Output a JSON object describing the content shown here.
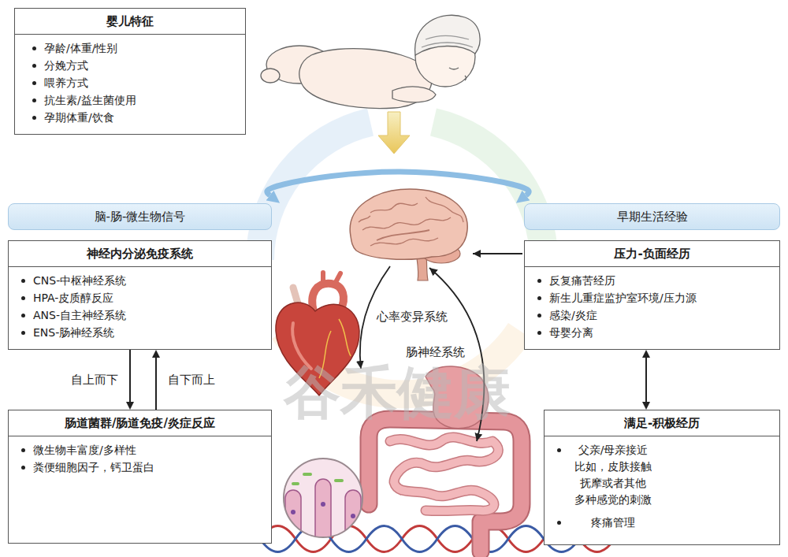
{
  "diagram": {
    "nodes": [
      {
        "text": [
          "婴儿特征",
          "孕龄/体重/性别",
          "分娩方式",
          "喂养方式",
          "抗生素/益生菌使用",
          "孕期体重/饮食"
        ]
      },
      {
        "text": [
          "脑-肠-微生物信号"
        ]
      },
      {
        "text": [
          "早期生活经验"
        ]
      },
      {
        "text": [
          "神经内分泌免疫系统",
          "CNS-中枢神经系统",
          "HPA-皮质醇反应",
          "ANS-自主神经系统",
          "ENS-肠神经系统"
        ]
      },
      {
        "text": [
          "压力-负面经历",
          "反复痛苦经历",
          "新生儿重症监护室环境/压力源",
          "感染/炎症",
          "母婴分离"
        ]
      },
      {
        "text": [
          "肠道菌群/肠道免疫/炎症反应",
          "微生物丰富度/多样性",
          "粪便细胞因子，钙卫蛋白"
        ]
      },
      {
        "text": [
          "满足-积极经历",
          "父亲/母亲接近 比如，皮肤接触 抚摩或者其他 多种感觉的刺激",
          "疼痛管理"
        ]
      }
    ],
    "edges": [
      {
        "from": 1,
        "to": 2,
        "arrow": "both"
      },
      {
        "from": 3,
        "to": 5,
        "label": "自上而下",
        "arrow": "to"
      },
      {
        "from": 5,
        "to": 3,
        "label": "自下而上",
        "arrow": "to"
      },
      {
        "from": 4,
        "to": 6,
        "arrow": "both"
      }
    ],
    "labels": [
      "心率变异系统",
      "肠神经系统",
      "谷禾健康"
    ]
  }
}
